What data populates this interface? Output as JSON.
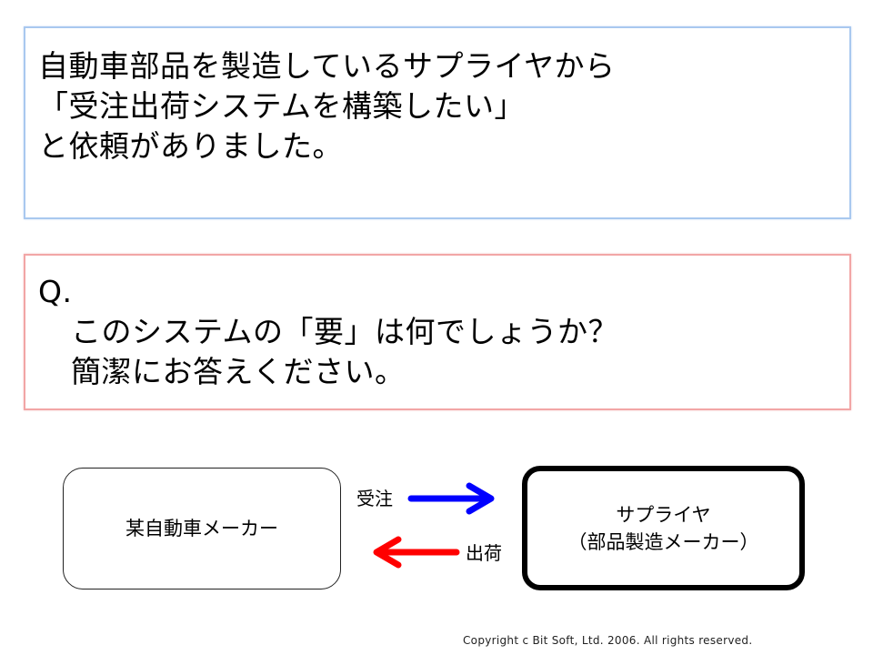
{
  "intro": {
    "lines": "自動車部品を製造しているサプライヤから\n「受注出荷システムを構築したい」\nと依頼がありました。",
    "border_color": "#a9c8ef"
  },
  "question": {
    "label": "Q.",
    "text": "このシステムの「要」は何でしょうか？\n簡潔にお答えください。",
    "border_color": "#f2a6a6"
  },
  "diagram": {
    "left_node": {
      "label": "某自動車メーカー"
    },
    "right_node": {
      "label": "サプライヤ\n（部品製造メーカー）"
    },
    "arrows": [
      {
        "label": "受注",
        "direction": "right",
        "color": "#0000ff"
      },
      {
        "label": "出荷",
        "direction": "left",
        "color": "#ff0000"
      }
    ]
  },
  "footer": {
    "copyright": "Copyright c Bit Soft, Ltd. 2006. All rights reserved."
  }
}
